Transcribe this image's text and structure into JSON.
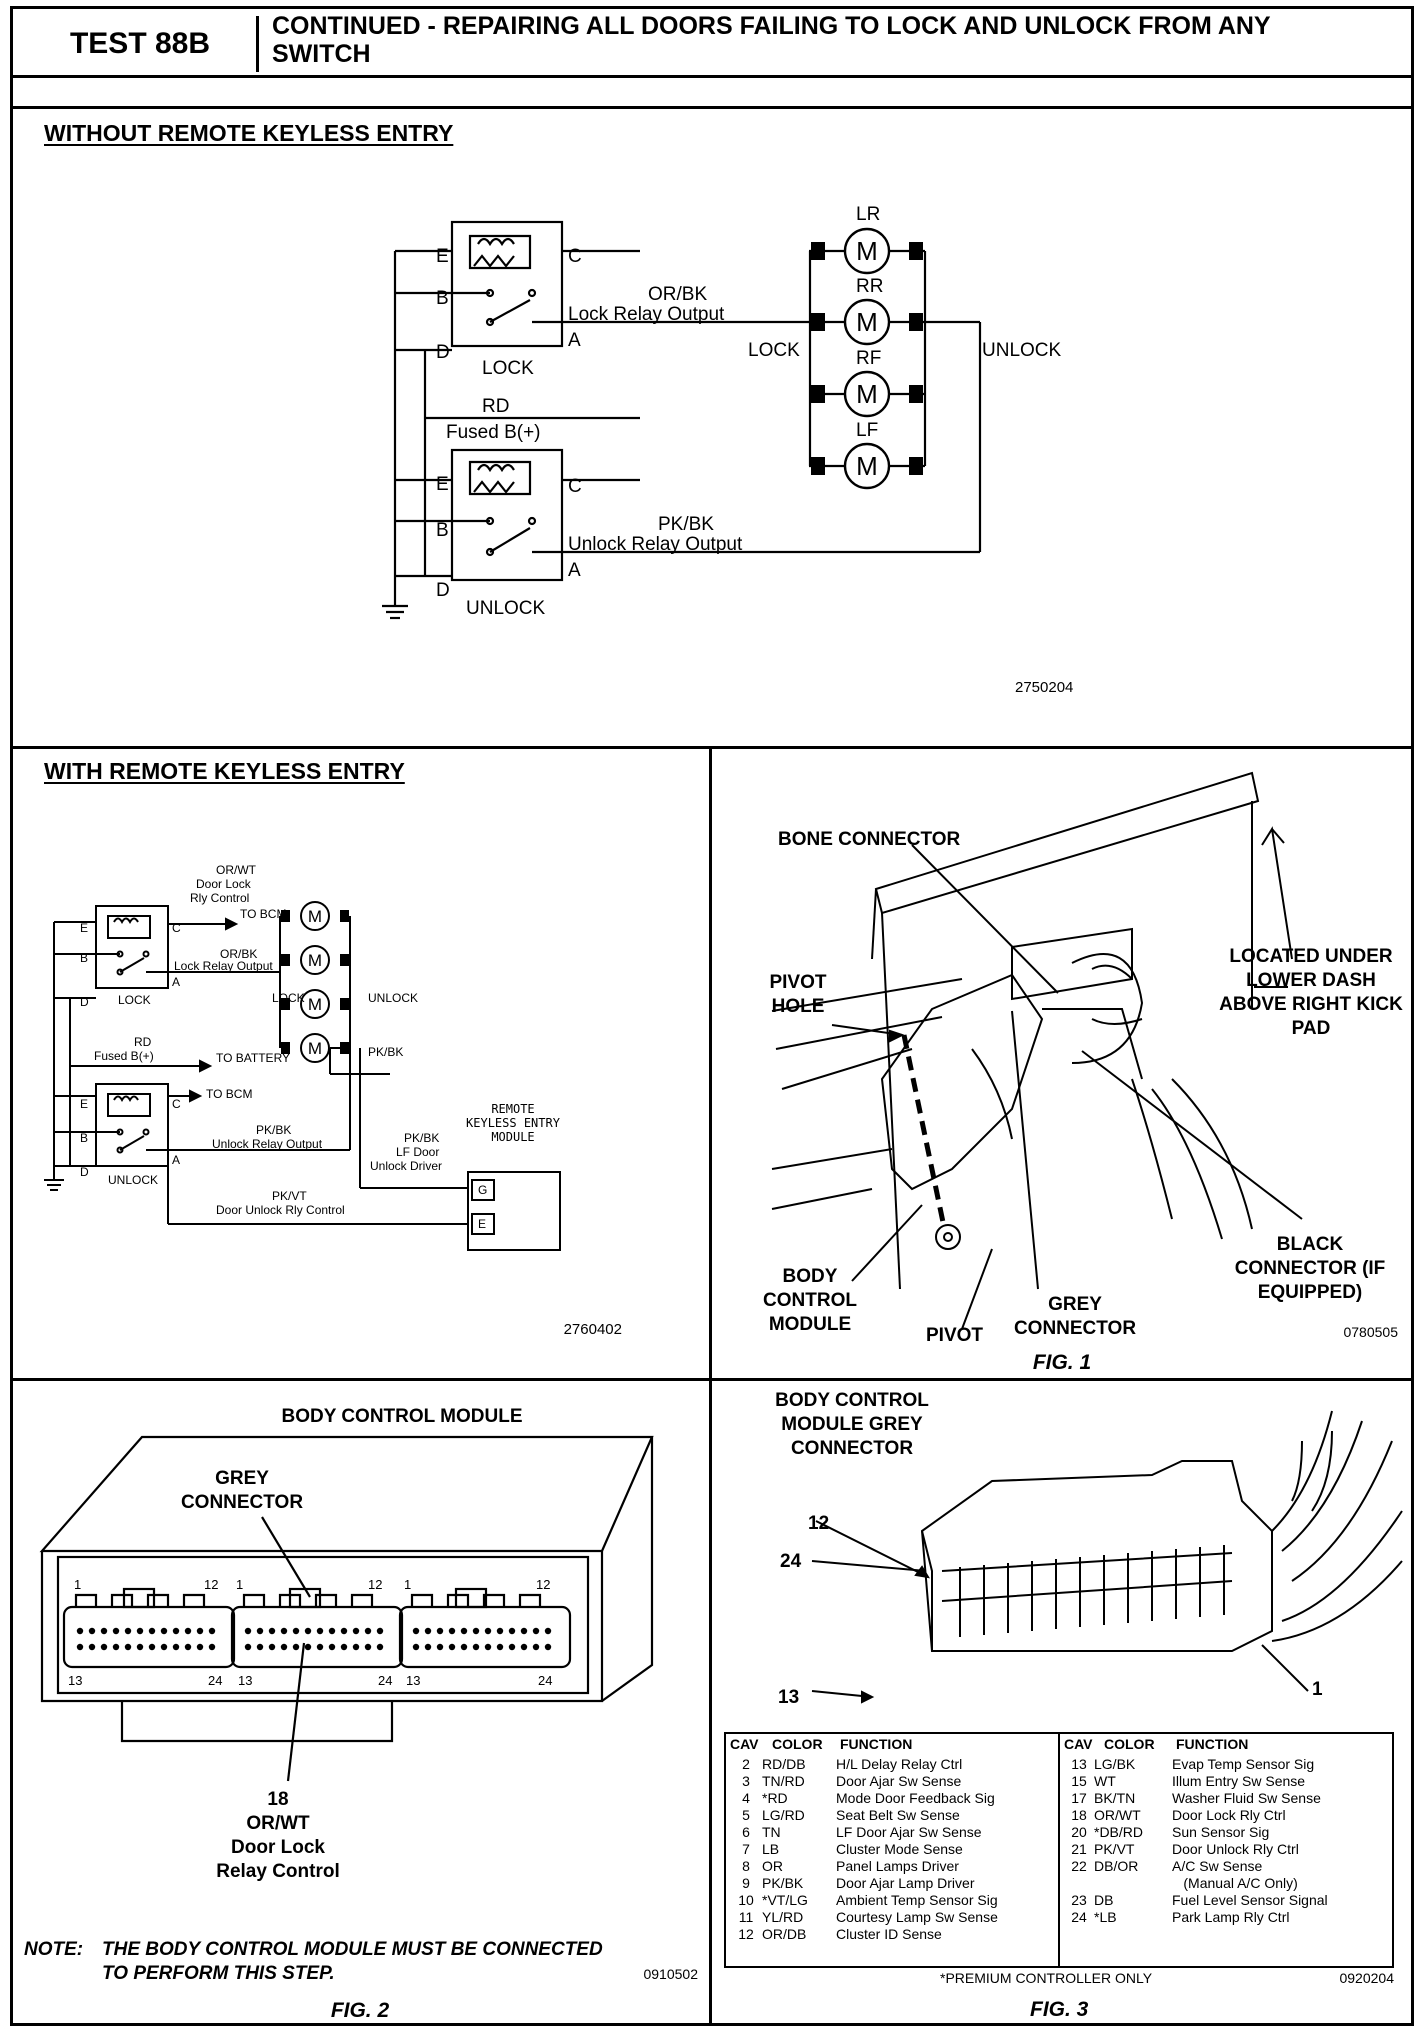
{
  "header": {
    "test_label": "TEST 88B",
    "title_line1": "CONTINUED - REPAIRING ALL DOORS FAILING TO LOCK AND UNLOCK FROM ANY",
    "title_line2": "SWITCH"
  },
  "without_rke": {
    "title": "WITHOUT REMOTE KEYLESS ENTRY",
    "lock_relay": "LOCK",
    "unlock_relay": "UNLOCK",
    "pin_e": "E",
    "pin_b": "B",
    "pin_d": "D",
    "pin_c": "C",
    "pin_a": "A",
    "lock_wire_color": "OR/BK",
    "lock_wire_name": "Lock Relay Output",
    "fused_color": "RD",
    "fused_name": "Fused B(+)",
    "unlock_wire_color": "PK/BK",
    "unlock_wire_name": "Unlock Relay Output",
    "motor_lr": "LR",
    "motor_rr": "RR",
    "motor_rf": "RF",
    "motor_lf": "LF",
    "motor_symbol": "M",
    "lock_side": "LOCK",
    "unlock_side": "UNLOCK",
    "figure_id": "2750204"
  },
  "with_rke": {
    "title": "WITH REMOTE KEYLESS ENTRY",
    "or_wt": "OR/WT",
    "door_lock": "Door Lock",
    "rly_control": "Rly Control",
    "to_bcm": "TO BCM",
    "or_bk": "OR/BK",
    "lock_relay_output": "Lock Relay Output",
    "lock": "LOCK",
    "unlock": "UNLOCK",
    "rd": "RD",
    "fused": "Fused B(+)",
    "to_battery": "TO BATTERY",
    "to_bcm2": "TO BCM",
    "pk_bk": "PK/BK",
    "unlock_relay_output": "Unlock Relay Output",
    "pk_bk2": "PK/BK",
    "lf_door": "LF Door",
    "unlock_driver": "Unlock Driver",
    "pk_vt": "PK/VT",
    "door_unlock_rly": "Door Unlock Rly Control",
    "rke_module": "REMOTE KEYLESS ENTRY MODULE",
    "pin_g": "G",
    "pin_e": "E",
    "figure_id": "2760402"
  },
  "fig1": {
    "bone": "BONE CONNECTOR",
    "pivot_hole": "PIVOT HOLE",
    "located": "LOCATED UNDER LOWER DASH ABOVE RIGHT KICK PAD",
    "bcm": "BODY CONTROL MODULE",
    "pivot": "PIVOT",
    "grey": "GREY CONNECTOR",
    "black": "BLACK CONNECTOR (IF EQUIPPED)",
    "figure_id": "0780505",
    "caption": "FIG. 1"
  },
  "fig2": {
    "title": "BODY CONTROL MODULE",
    "grey": "GREY CONNECTOR",
    "pin_1": "1",
    "pin_12": "12",
    "pin_13": "13",
    "pin_24": "24",
    "pin_18": "18",
    "wire": "OR/WT",
    "func1": "Door Lock",
    "func2": "Relay Control",
    "note_label": "NOTE:",
    "note": "THE BODY CONTROL MODULE MUST BE CONNECTED",
    "note2": "TO PERFORM THIS STEP.",
    "figure_id": "0910502",
    "caption": "FIG. 2"
  },
  "fig3": {
    "title": "BODY CONTROL MODULE GREY CONNECTOR",
    "pin_12": "12",
    "pin_24": "24",
    "pin_13": "13",
    "pin_1": "1",
    "headers": [
      "CAV",
      "COLOR",
      "FUNCTION"
    ],
    "left_rows": [
      [
        "2",
        "RD/DB",
        "H/L Delay Relay Ctrl"
      ],
      [
        "3",
        "TN/RD",
        "Door Ajar Sw Sense"
      ],
      [
        "4",
        "*RD",
        "Mode Door Feedback Sig"
      ],
      [
        "5",
        "LG/RD",
        "Seat Belt Sw Sense"
      ],
      [
        "6",
        "TN",
        "LF Door Ajar Sw Sense"
      ],
      [
        "7",
        "LB",
        "Cluster Mode Sense"
      ],
      [
        "8",
        "OR",
        "Panel Lamps Driver"
      ],
      [
        "9",
        "PK/BK",
        "Door Ajar Lamp Driver"
      ],
      [
        "10",
        "*VT/LG",
        "Ambient Temp Sensor Sig"
      ],
      [
        "11",
        "YL/RD",
        "Courtesy Lamp Sw Sense"
      ],
      [
        "12",
        "OR/DB",
        "Cluster ID Sense"
      ]
    ],
    "right_rows": [
      [
        "13",
        "LG/BK",
        "Evap Temp Sensor Sig"
      ],
      [
        "15",
        "WT",
        "Illum Entry Sw Sense"
      ],
      [
        "17",
        "BK/TN",
        "Washer Fluid Sw Sense"
      ],
      [
        "18",
        "OR/WT",
        "Door Lock Rly Ctrl"
      ],
      [
        "20",
        "*DB/RD",
        "Sun Sensor Sig"
      ],
      [
        "21",
        "PK/VT",
        "Door Unlock Rly Ctrl"
      ],
      [
        "22",
        "DB/OR",
        "A/C Sw Sense"
      ],
      [
        "",
        "",
        "(Manual A/C Only)"
      ],
      [
        "23",
        "DB",
        "Fuel Level Sensor Signal"
      ],
      [
        "24",
        "*LB",
        "Park Lamp Rly Ctrl"
      ]
    ],
    "footnote": "*PREMIUM CONTROLLER ONLY",
    "figure_id": "0920204",
    "caption": "FIG. 3"
  }
}
